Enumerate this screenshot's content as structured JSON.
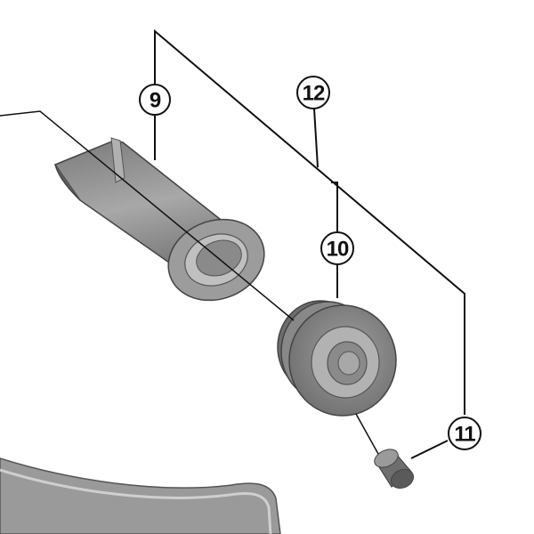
{
  "diagram": {
    "type": "exploded parts diagram",
    "callouts": [
      {
        "id": "9",
        "label": "9"
      },
      {
        "id": "12",
        "label": "12"
      },
      {
        "id": "10",
        "label": "10"
      },
      {
        "id": "11",
        "label": "11"
      }
    ],
    "colors": {
      "part_fill": "#8c8c8c",
      "part_dark": "#6a6a6a",
      "part_light": "#b4b4b4",
      "line": "#111111"
    }
  }
}
